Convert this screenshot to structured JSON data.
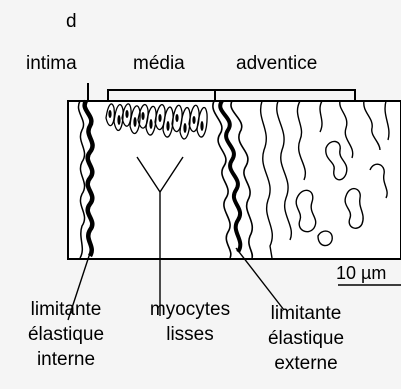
{
  "panel_letter": "d",
  "top_labels": {
    "intima": "intima",
    "media": "média",
    "adventice": "adventice"
  },
  "scale_bar": "10 µm",
  "bottom_labels": {
    "lei": [
      "limitante",
      "élastique",
      "interne"
    ],
    "myocytes": [
      "myocytes",
      "lisses"
    ],
    "lee": [
      "limitante",
      "élastique",
      "externe"
    ]
  }
}
